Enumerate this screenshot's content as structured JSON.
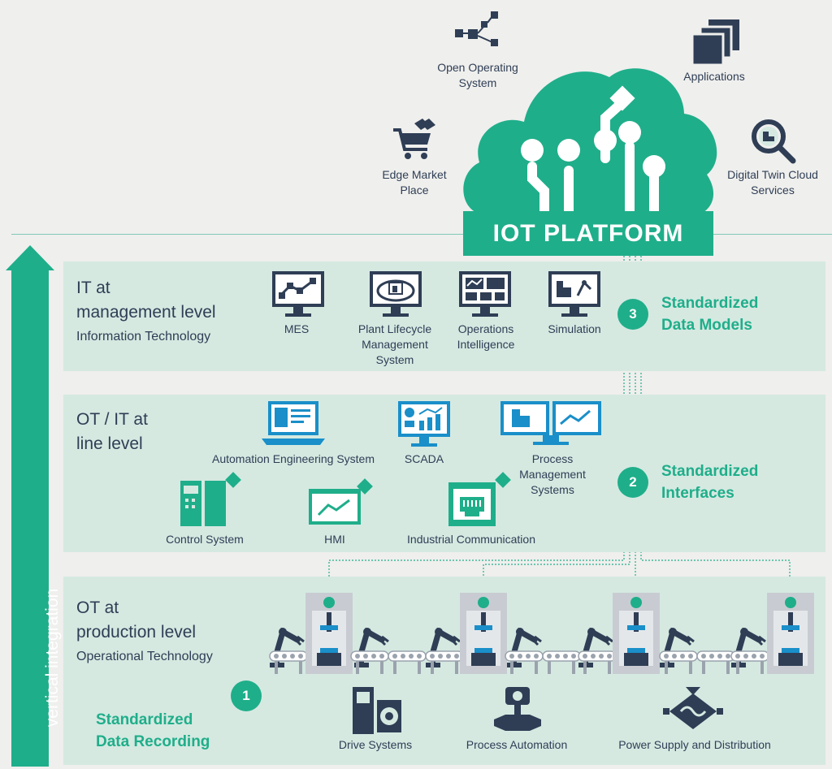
{
  "cloud": {
    "platform_label": "IOT PLATFORM",
    "services": [
      {
        "label": "Open Operating System",
        "icon": "network-nodes-icon"
      },
      {
        "label": "Applications",
        "icon": "stacked-pages-icon"
      },
      {
        "label": "Edge Market Place",
        "icon": "shopping-cart-icon"
      },
      {
        "label": "Digital Twin Cloud Services",
        "icon": "magnifier-icon"
      }
    ]
  },
  "vertical_label": "vertical integration",
  "levels": {
    "management": {
      "title_line1": "IT at",
      "title_line2": "management level",
      "subtitle": "Information Technology",
      "items": [
        "MES",
        "Plant Lifecycle Management System",
        "Operations Intelligence",
        "Simulation"
      ]
    },
    "line": {
      "title_line1": "OT / IT at",
      "title_line2": "line level",
      "items_top": [
        "Automation Engineering System",
        "SCADA",
        "Process Management Systems"
      ],
      "items_bottom": [
        "Control System",
        "HMI",
        "Industrial Communication"
      ]
    },
    "production": {
      "title_line1": "OT at",
      "title_line2": "production level",
      "subtitle": "Operational Technology",
      "items": [
        "Drive Systems",
        "Process Automation",
        "Power Supply and Distribution"
      ]
    }
  },
  "standards": [
    {
      "number": "3",
      "line1": "Standardized",
      "line2": "Data Models"
    },
    {
      "number": "2",
      "line1": "Standardized",
      "line2": "Interfaces"
    },
    {
      "number": "1",
      "line1": "Standardized",
      "line2": "Data Recording"
    }
  ],
  "colors": {
    "accent": "#1fae8a",
    "navy": "#2f3e55",
    "panel": "#d5e9e1",
    "background": "#efefed"
  }
}
